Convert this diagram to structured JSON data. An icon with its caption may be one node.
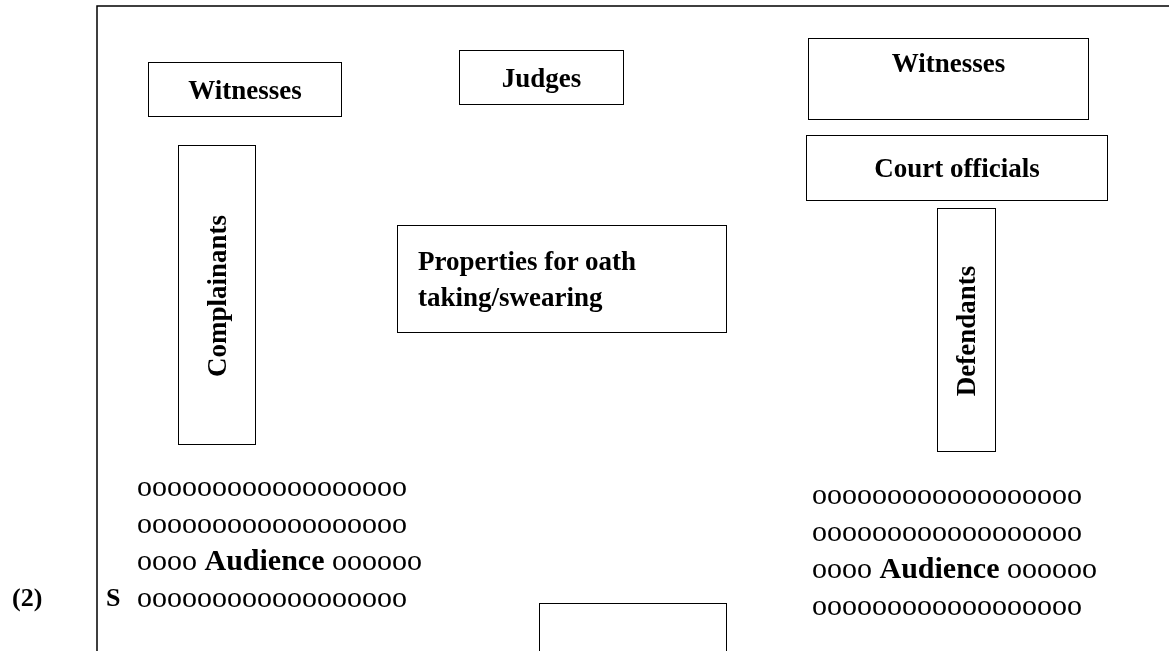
{
  "diagram": {
    "nodes": [
      {
        "text": [
          "Witnesses"
        ]
      },
      {
        "text": [
          "Judges"
        ]
      },
      {
        "text": [
          "Witnesses"
        ]
      },
      {
        "text": [
          "Court officials"
        ]
      },
      {
        "text": [
          "Complainants"
        ]
      },
      {
        "text": [
          "Properties for oath taking/swearing"
        ]
      },
      {
        "text": [
          "Defendants"
        ]
      },
      {
        "text": [],
        "shape": "box"
      }
    ],
    "edges": [],
    "labels": [
      "oooooooooooooooooo oooooooooooooooooo oooo **Audience** oooooo oooooooooooooooooo",
      "oooooooooooooooooo oooooooooooooooooo oooo **Audience** oooooo oooooooooooooooooo",
      "(2)",
      "S"
    ]
  }
}
